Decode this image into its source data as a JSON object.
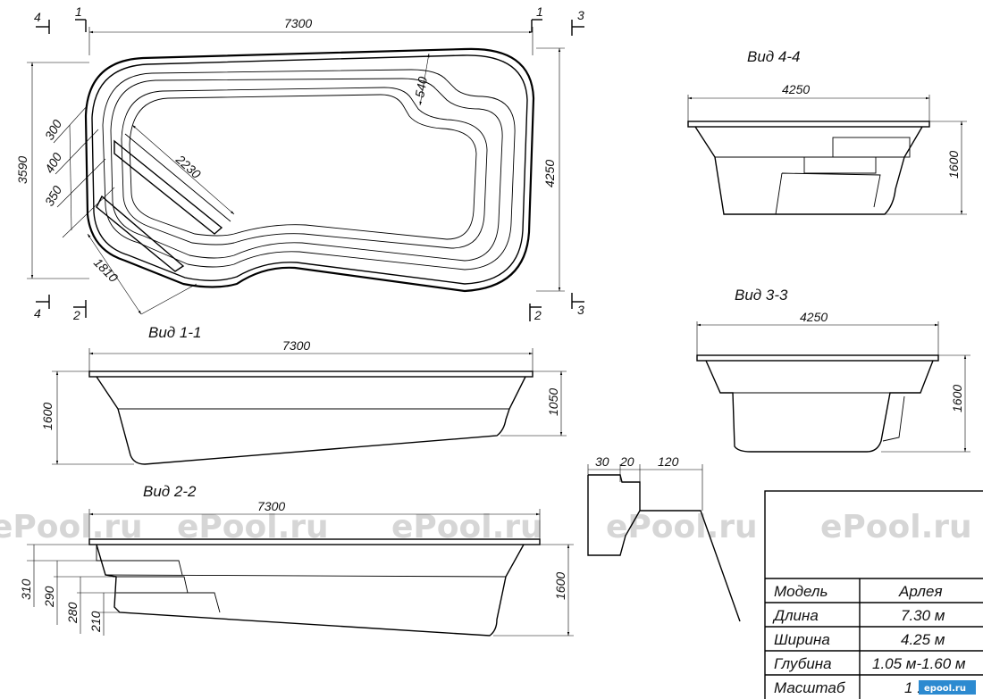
{
  "watermark": "ePool.ru",
  "stamp_logo": "epool.ru",
  "plan": {
    "length_dim": "7300",
    "width_right_dim": "4250",
    "width_left_dim": "3590",
    "dim_300": "300",
    "dim_400": "400",
    "dim_350": "350",
    "dim_1810": "1810",
    "dim_2230": "2230",
    "dim_540": "540",
    "section_1_top": "1",
    "section_1_top_right": "1",
    "section_2_bottom": "2",
    "section_2_bottom_right": "2",
    "section_3_top": "3",
    "section_3_bottom": "3",
    "section_4_top": "4",
    "section_4_bottom": "4"
  },
  "view_1_1": {
    "title": "Вид 1-1",
    "length_dim": "7300",
    "depth_left": "1600",
    "depth_right": "1050"
  },
  "view_2_2": {
    "title": "Вид 2-2",
    "length_dim": "7300",
    "depth_right": "1600",
    "step_310": "310",
    "step_290": "290",
    "step_280": "280",
    "step_210": "210"
  },
  "view_3_3": {
    "title": "Вид 3-3",
    "width_dim": "4250",
    "depth_dim": "1600"
  },
  "view_4_4": {
    "title": "Вид 4-4",
    "width_dim": "4250",
    "depth_dim": "1600"
  },
  "rim_detail": {
    "dim_30": "30",
    "dim_20": "20",
    "dim_120": "120"
  },
  "spec_table": {
    "rows": [
      {
        "label": "Модель",
        "value": "Арлея"
      },
      {
        "label": "Длина",
        "value": "7.30 м"
      },
      {
        "label": "Ширина",
        "value": "4.25 м"
      },
      {
        "label": "Глубина",
        "value": "1.05 м-1.60 м"
      },
      {
        "label": "Масштаб",
        "value": "1 : 40"
      }
    ]
  }
}
